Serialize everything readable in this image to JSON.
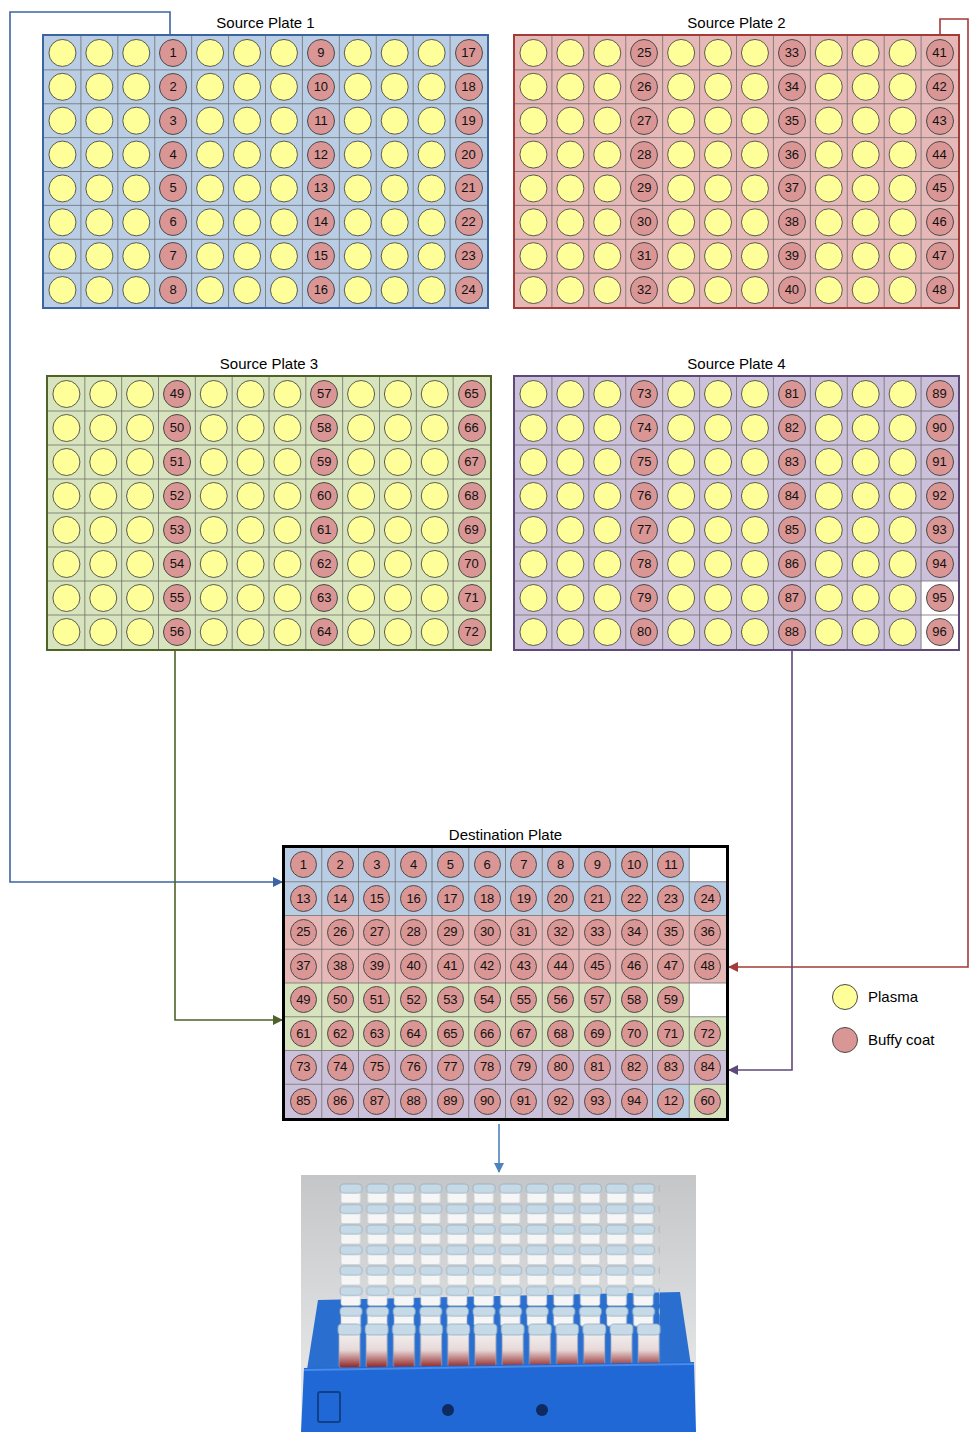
{
  "diagram": {
    "nodes": [
      {
        "text": [
          "Source Plate 1"
        ]
      },
      {
        "text": [
          "1"
        ],
        "in": 0
      },
      {
        "text": [
          "9"
        ],
        "in": 0
      },
      {
        "text": [
          "17"
        ],
        "in": 0
      },
      {
        "text": [
          "2"
        ],
        "in": 0
      },
      {
        "text": [
          "10"
        ],
        "in": 0
      },
      {
        "text": [
          "18"
        ],
        "in": 0
      },
      {
        "text": [
          "3"
        ],
        "in": 0
      },
      {
        "text": [
          "11"
        ],
        "in": 0
      },
      {
        "text": [
          "19"
        ],
        "in": 0
      },
      {
        "text": [
          "4"
        ],
        "in": 0
      },
      {
        "text": [
          "12"
        ],
        "in": 0
      },
      {
        "text": [
          "20"
        ],
        "in": 0
      },
      {
        "text": [
          "5"
        ],
        "in": 0
      },
      {
        "text": [
          "13"
        ],
        "in": 0
      },
      {
        "text": [
          "21"
        ],
        "in": 0
      },
      {
        "text": [
          "6"
        ],
        "in": 0
      },
      {
        "text": [
          "14"
        ],
        "in": 0
      },
      {
        "text": [
          "22"
        ],
        "in": 0
      },
      {
        "text": [
          "7"
        ],
        "in": 0
      },
      {
        "text": [
          "15"
        ],
        "in": 0
      },
      {
        "text": [
          "23"
        ],
        "in": 0
      },
      {
        "text": [
          "8"
        ],
        "in": 0
      },
      {
        "text": [
          "16"
        ],
        "in": 0
      },
      {
        "text": [
          "24"
        ],
        "in": 0
      },
      {
        "text": [
          "Source Plate 2"
        ]
      },
      {
        "text": [
          "25"
        ],
        "in": 25
      },
      {
        "text": [
          "33"
        ],
        "in": 25
      },
      {
        "text": [
          "41"
        ],
        "in": 25
      },
      {
        "text": [
          "26"
        ],
        "in": 25
      },
      {
        "text": [
          "34"
        ],
        "in": 25
      },
      {
        "text": [
          "42"
        ],
        "in": 25
      },
      {
        "text": [
          "27"
        ],
        "in": 25
      },
      {
        "text": [
          "35"
        ],
        "in": 25
      },
      {
        "text": [
          "43"
        ],
        "in": 25
      },
      {
        "text": [
          "28"
        ],
        "in": 25
      },
      {
        "text": [
          "36"
        ],
        "in": 25
      },
      {
        "text": [
          "44"
        ],
        "in": 25
      },
      {
        "text": [
          "29"
        ],
        "in": 25
      },
      {
        "text": [
          "37"
        ],
        "in": 25
      },
      {
        "text": [
          "45"
        ],
        "in": 25
      },
      {
        "text": [
          "30"
        ],
        "in": 25
      },
      {
        "text": [
          "38"
        ],
        "in": 25
      },
      {
        "text": [
          "46"
        ],
        "in": 25
      },
      {
        "text": [
          "31"
        ],
        "in": 25
      },
      {
        "text": [
          "39"
        ],
        "in": 25
      },
      {
        "text": [
          "47"
        ],
        "in": 25
      },
      {
        "text": [
          "32"
        ],
        "in": 25
      },
      {
        "text": [
          "40"
        ],
        "in": 25
      },
      {
        "text": [
          "48"
        ],
        "in": 25
      },
      {
        "text": [
          "Source Plate 3"
        ]
      },
      {
        "text": [
          "49"
        ],
        "in": 50
      },
      {
        "text": [
          "57"
        ],
        "in": 50
      },
      {
        "text": [
          "65"
        ],
        "in": 50
      },
      {
        "text": [
          "50"
        ],
        "in": 50
      },
      {
        "text": [
          "58"
        ],
        "in": 50
      },
      {
        "text": [
          "66"
        ],
        "in": 50
      },
      {
        "text": [
          "51"
        ],
        "in": 50
      },
      {
        "text": [
          "59"
        ],
        "in": 50
      },
      {
        "text": [
          "67"
        ],
        "in": 50
      },
      {
        "text": [
          "52"
        ],
        "in": 50
      },
      {
        "text": [
          "60"
        ],
        "in": 50
      },
      {
        "text": [
          "68"
        ],
        "in": 50
      },
      {
        "text": [
          "53"
        ],
        "in": 50
      },
      {
        "text": [
          "61"
        ],
        "in": 50
      },
      {
        "text": [
          "69"
        ],
        "in": 50
      },
      {
        "text": [
          "54"
        ],
        "in": 50
      },
      {
        "text": [
          "62"
        ],
        "in": 50
      },
      {
        "text": [
          "70"
        ],
        "in": 50
      },
      {
        "text": [
          "55"
        ],
        "in": 50
      },
      {
        "text": [
          "63"
        ],
        "in": 50
      },
      {
        "text": [
          "71"
        ],
        "in": 50
      },
      {
        "text": [
          "56"
        ],
        "in": 50
      },
      {
        "text": [
          "64"
        ],
        "in": 50
      },
      {
        "text": [
          "72"
        ],
        "in": 50
      },
      {
        "text": [
          "Source Plate 4"
        ]
      },
      {
        "text": [
          "73"
        ],
        "in": 75
      },
      {
        "text": [
          "81"
        ],
        "in": 75
      },
      {
        "text": [
          "89"
        ],
        "in": 75
      },
      {
        "text": [
          "74"
        ],
        "in": 75
      },
      {
        "text": [
          "82"
        ],
        "in": 75
      },
      {
        "text": [
          "90"
        ],
        "in": 75
      },
      {
        "text": [
          "75"
        ],
        "in": 75
      },
      {
        "text": [
          "83"
        ],
        "in": 75
      },
      {
        "text": [
          "91"
        ],
        "in": 75
      },
      {
        "text": [
          "76"
        ],
        "in": 75
      },
      {
        "text": [
          "84"
        ],
        "in": 75
      },
      {
        "text": [
          "92"
        ],
        "in": 75
      },
      {
        "text": [
          "77"
        ],
        "in": 75
      },
      {
        "text": [
          "85"
        ],
        "in": 75
      },
      {
        "text": [
          "93"
        ],
        "in": 75
      },
      {
        "text": [
          "78"
        ],
        "in": 75
      },
      {
        "text": [
          "86"
        ],
        "in": 75
      },
      {
        "text": [
          "94"
        ],
        "in": 75
      },
      {
        "text": [
          "79"
        ],
        "in": 75
      },
      {
        "text": [
          "87"
        ],
        "in": 75
      },
      {
        "text": [
          "95"
        ],
        "in": 75
      },
      {
        "text": [
          "80"
        ],
        "in": 75
      },
      {
        "text": [
          "88"
        ],
        "in": 75
      },
      {
        "text": [
          "96"
        ],
        "in": 75
      },
      {
        "text": [
          "Destination Plate"
        ]
      },
      {
        "text": [
          "1"
        ],
        "in": 100
      },
      {
        "text": [
          "2"
        ],
        "in": 100
      },
      {
        "text": [
          "3"
        ],
        "in": 100
      },
      {
        "text": [
          "4"
        ],
        "in": 100
      },
      {
        "text": [
          "5"
        ],
        "in": 100
      },
      {
        "text": [
          "6"
        ],
        "in": 100
      },
      {
        "text": [
          "7"
        ],
        "in": 100
      },
      {
        "text": [
          "8"
        ],
        "in": 100
      },
      {
        "text": [
          "9"
        ],
        "in": 100
      },
      {
        "text": [
          "10"
        ],
        "in": 100
      },
      {
        "text": [
          "11"
        ],
        "in": 100
      },
      {
        "text": [
          "13"
        ],
        "in": 100
      },
      {
        "text": [
          "14"
        ],
        "in": 100
      },
      {
        "text": [
          "15"
        ],
        "in": 100
      },
      {
        "text": [
          "16"
        ],
        "in": 100
      },
      {
        "text": [
          "17"
        ],
        "in": 100
      },
      {
        "text": [
          "18"
        ],
        "in": 100
      },
      {
        "text": [
          "19"
        ],
        "in": 100
      },
      {
        "text": [
          "20"
        ],
        "in": 100
      },
      {
        "text": [
          "21"
        ],
        "in": 100
      },
      {
        "text": [
          "22"
        ],
        "in": 100
      },
      {
        "text": [
          "23"
        ],
        "in": 100
      },
      {
        "text": [
          "24"
        ],
        "in": 100
      },
      {
        "text": [
          "25"
        ],
        "in": 100
      },
      {
        "text": [
          "26"
        ],
        "in": 100
      },
      {
        "text": [
          "27"
        ],
        "in": 100
      },
      {
        "text": [
          "28"
        ],
        "in": 100
      },
      {
        "text": [
          "29"
        ],
        "in": 100
      },
      {
        "text": [
          "30"
        ],
        "in": 100
      },
      {
        "text": [
          "31"
        ],
        "in": 100
      },
      {
        "text": [
          "32"
        ],
        "in": 100
      },
      {
        "text": [
          "33"
        ],
        "in": 100
      },
      {
        "text": [
          "34"
        ],
        "in": 100
      },
      {
        "text": [
          "35"
        ],
        "in": 100
      },
      {
        "text": [
          "36"
        ],
        "in": 100
      },
      {
        "text": [
          "37"
        ],
        "in": 100
      },
      {
        "text": [
          "38"
        ],
        "in": 100
      },
      {
        "text": [
          "39"
        ],
        "in": 100
      },
      {
        "text": [
          "40"
        ],
        "in": 100
      },
      {
        "text": [
          "41"
        ],
        "in": 100
      },
      {
        "text": [
          "42"
        ],
        "in": 100
      },
      {
        "text": [
          "43"
        ],
        "in": 100
      },
      {
        "text": [
          "44"
        ],
        "in": 100
      },
      {
        "text": [
          "45"
        ],
        "in": 100
      },
      {
        "text": [
          "46"
        ],
        "in": 100
      },
      {
        "text": [
          "47"
        ],
        "in": 100
      },
      {
        "text": [
          "48"
        ],
        "in": 100
      },
      {
        "text": [
          "49"
        ],
        "in": 100
      },
      {
        "text": [
          "50"
        ],
        "in": 100
      },
      {
        "text": [
          "51"
        ],
        "in": 100
      },
      {
        "text": [
          "52"
        ],
        "in": 100
      },
      {
        "text": [
          "53"
        ],
        "in": 100
      },
      {
        "text": [
          "54"
        ],
        "in": 100
      },
      {
        "text": [
          "55"
        ],
        "in": 100
      },
      {
        "text": [
          "56"
        ],
        "in": 100
      },
      {
        "text": [
          "57"
        ],
        "in": 100
      },
      {
        "text": [
          "58"
        ],
        "in": 100
      },
      {
        "text": [
          "59"
        ],
        "in": 100
      },
      {
        "text": [
          "61"
        ],
        "in": 100
      },
      {
        "text": [
          "62"
        ],
        "in": 100
      },
      {
        "text": [
          "63"
        ],
        "in": 100
      },
      {
        "text": [
          "64"
        ],
        "in": 100
      },
      {
        "text": [
          "65"
        ],
        "in": 100
      },
      {
        "text": [
          "66"
        ],
        "in": 100
      },
      {
        "text": [
          "67"
        ],
        "in": 100
      },
      {
        "text": [
          "68"
        ],
        "in": 100
      },
      {
        "text": [
          "69"
        ],
        "in": 100
      },
      {
        "text": [
          "70"
        ],
        "in": 100
      },
      {
        "text": [
          "71"
        ],
        "in": 100
      },
      {
        "text": [
          "72"
        ],
        "in": 100
      },
      {
        "text": [
          "73"
        ],
        "in": 100
      },
      {
        "text": [
          "74"
        ],
        "in": 100
      },
      {
        "text": [
          "75"
        ],
        "in": 100
      },
      {
        "text": [
          "76"
        ],
        "in": 100
      },
      {
        "text": [
          "77"
        ],
        "in": 100
      },
      {
        "text": [
          "78"
        ],
        "in": 100
      },
      {
        "text": [
          "79"
        ],
        "in": 100
      },
      {
        "text": [
          "80"
        ],
        "in": 100
      },
      {
        "text": [
          "81"
        ],
        "in": 100
      },
      {
        "text": [
          "82"
        ],
        "in": 100
      },
      {
        "text": [
          "83"
        ],
        "in": 100
      },
      {
        "text": [
          "84"
        ],
        "in": 100
      },
      {
        "text": [
          "85"
        ],
        "in": 100
      },
      {
        "text": [
          "86"
        ],
        "in": 100
      },
      {
        "text": [
          "87"
        ],
        "in": 100
      },
      {
        "text": [
          "88"
        ],
        "in": 100
      },
      {
        "text": [
          "89"
        ],
        "in": 100
      },
      {
        "text": [
          "90"
        ],
        "in": 100
      },
      {
        "text": [
          "91"
        ],
        "in": 100
      },
      {
        "text": [
          "92"
        ],
        "in": 100
      },
      {
        "text": [
          "93"
        ],
        "in": 100
      },
      {
        "text": [
          "94"
        ],
        "in": 100
      },
      {
        "text": [
          "12"
        ],
        "in": 100
      },
      {
        "text": [
          "60"
        ],
        "in": 100
      }
    ],
    "edges": [
      {
        "from": 0,
        "to": 100,
        "arrow": "to"
      },
      {
        "from": 25,
        "to": 100,
        "arrow": "to"
      },
      {
        "from": 50,
        "to": 100,
        "arrow": "to"
      },
      {
        "from": 75,
        "to": 100,
        "arrow": "to"
      }
    ],
    "legend": [
      {
        "text": "Plasma",
        "color": "#ffff99"
      },
      {
        "text": "Buffy coat",
        "color": "#d99694"
      }
    ]
  }
}
